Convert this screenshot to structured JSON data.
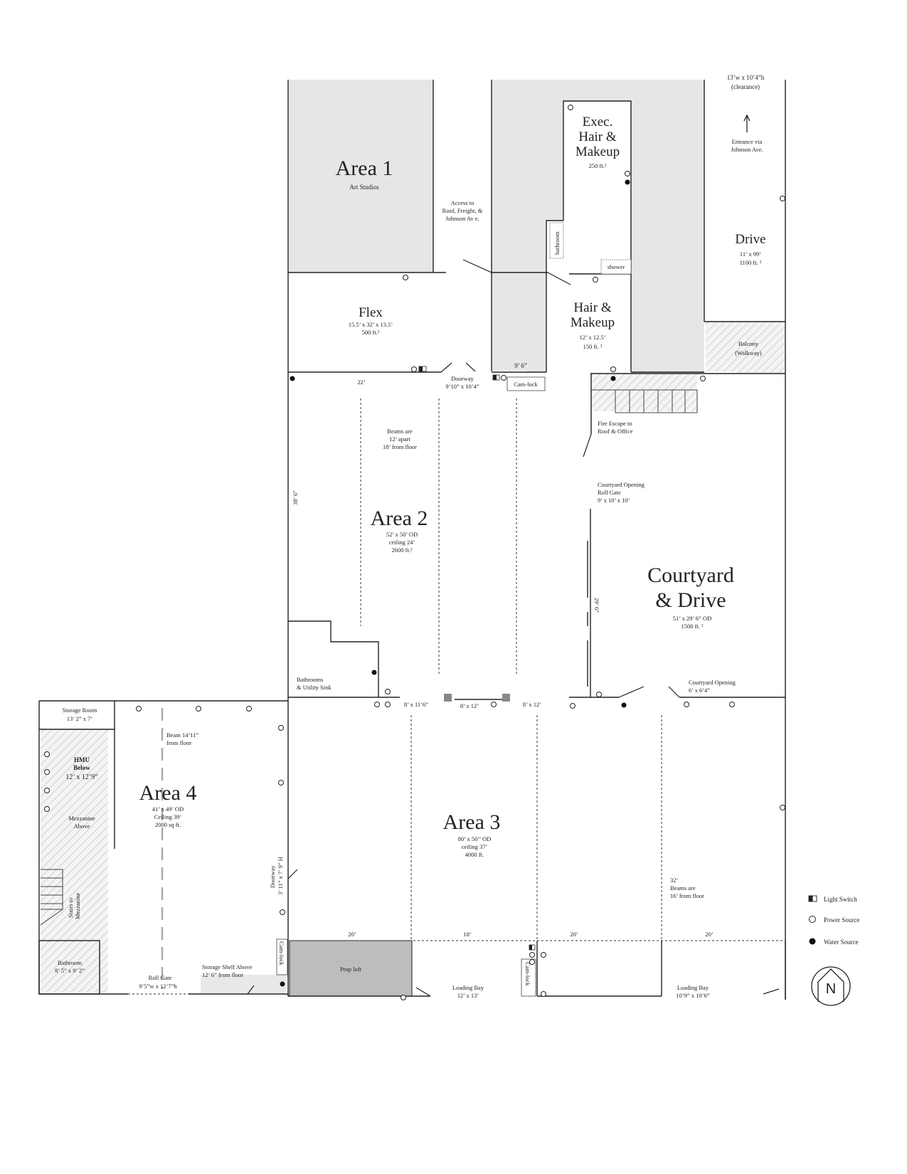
{
  "areas": {
    "area1": {
      "title": "Area 1",
      "subtitle": "Art Studios"
    },
    "area2": {
      "title": "Area 2",
      "dims": "52’ x 50’ OD",
      "ceiling": "ceiling 24’",
      "size": "2600 ft.²"
    },
    "area3": {
      "title": "Area 3",
      "dims": "80’ x 50’’ OD",
      "ceiling": "ceiling 37’",
      "size": "4000 ft."
    },
    "area4": {
      "title": "Area 4",
      "dims": "41’ x 49’ OD",
      "ceiling": "Ceiling 39’",
      "size": "2000 sq ft."
    },
    "flex": {
      "title": "Flex",
      "dims": "15.5’ x 32’ x 13.5’",
      "size": "500 ft.²"
    },
    "exec": {
      "line1": "Exec.",
      "line2": "Hair &",
      "line3": "Makeup",
      "size": "250 ft.²"
    },
    "hair": {
      "line1": "Hair &",
      "line2": "Makeup",
      "dims": "12’ x 12.5’",
      "size": "150 ft. ²"
    },
    "drive": {
      "title": "Drive",
      "dims": "11’ x 99’",
      "size": "1100 ft. ²"
    },
    "courtyard": {
      "line1": "Courtyard",
      "line2": "& Drive",
      "dims": "51’ x 29’ 6” OD",
      "size": "1500 ft. ²"
    }
  },
  "labels": {
    "clearance1": "13’w x 10’4”h",
    "clearance2": "(clearance)",
    "entrance1": "Entrance via",
    "entrance2": "Johnson Ave.",
    "access1": "Access to",
    "access2": "Roof, Freight, &",
    "access3": "Johnson Av e.",
    "bathroom": "bathroom",
    "shower": "shower",
    "balcony1": "Balcony",
    "balcony2": "(Walkway)",
    "nine_six": "9’ 6”",
    "doorway1": "Doorway",
    "doorway2": "9’10” x 10’4”",
    "camlock": "Cam-lock",
    "twentytwo": "22’",
    "beams2a": "Beams are",
    "beams2b": "12’ apart",
    "beams2c": "18’ from floor",
    "thirtyeight": "38’ 6”",
    "fire1": "Fire Escape to",
    "fire2": "Roof & Office",
    "cyopen1": "Courtyard Opening",
    "cyopen2": "Roll Gate",
    "cyopen3": "9’ x 10’ x 10’",
    "twentynine": "29’ 6”",
    "bathrooms1": "Bathrooms",
    "bathrooms2": "& Utility Sink",
    "door_8x11": "8’ x 11’6”",
    "door_8x12a": "8’ x 12’",
    "door_8x12b": "8’ x 12’",
    "cyopen4": "Courtyard Opening",
    "cyopen5": "6’ x 6’4”",
    "storage1": "Storage Room",
    "storage2": "13’ 2” x 7’",
    "hmu1": "HMU",
    "hmu2": "Below",
    "hmu3": "12’ x 12’9”",
    "mezz1": "Mezzanine",
    "mezz2": "Above",
    "beam4a": "Beam 14’11”",
    "beam4b": "from floor",
    "stairs1": "Stairs to",
    "stairs2": "Mezzanine",
    "doorway4a": "Doorway",
    "doorway4b": "3’ 11” x 7’ 9” H",
    "bath4a": "Bathroom",
    "bath4b": "8’ 5” x 9’ 2”",
    "rollgate1": "Roll Gate",
    "rollgate2": "9’5”w x 12’7”h",
    "shelf1": "Storage Shelf Above",
    "shelf2": "12’ 6” from floor",
    "proploft": "Prop loft",
    "span1": "20’",
    "span2": "18’",
    "span3": "20’",
    "span4": "20’",
    "loading1a": "Loading Bay",
    "loading1b": "12’ x 13’",
    "loading2a": "Loading Bay",
    "loading2b": "10’9” x 10’6”",
    "beams3a": "32’",
    "beams3b": "Beams are",
    "beams3c": "16’ from floor"
  },
  "legend": {
    "light": "Light Switch",
    "power": "Power Source",
    "water": "Water Source"
  },
  "compass": {
    "letter": "N"
  },
  "colors": {
    "fill_gray": "#e6e6e6",
    "prop_loft": "#bdbdbd",
    "wall": "#222222"
  }
}
